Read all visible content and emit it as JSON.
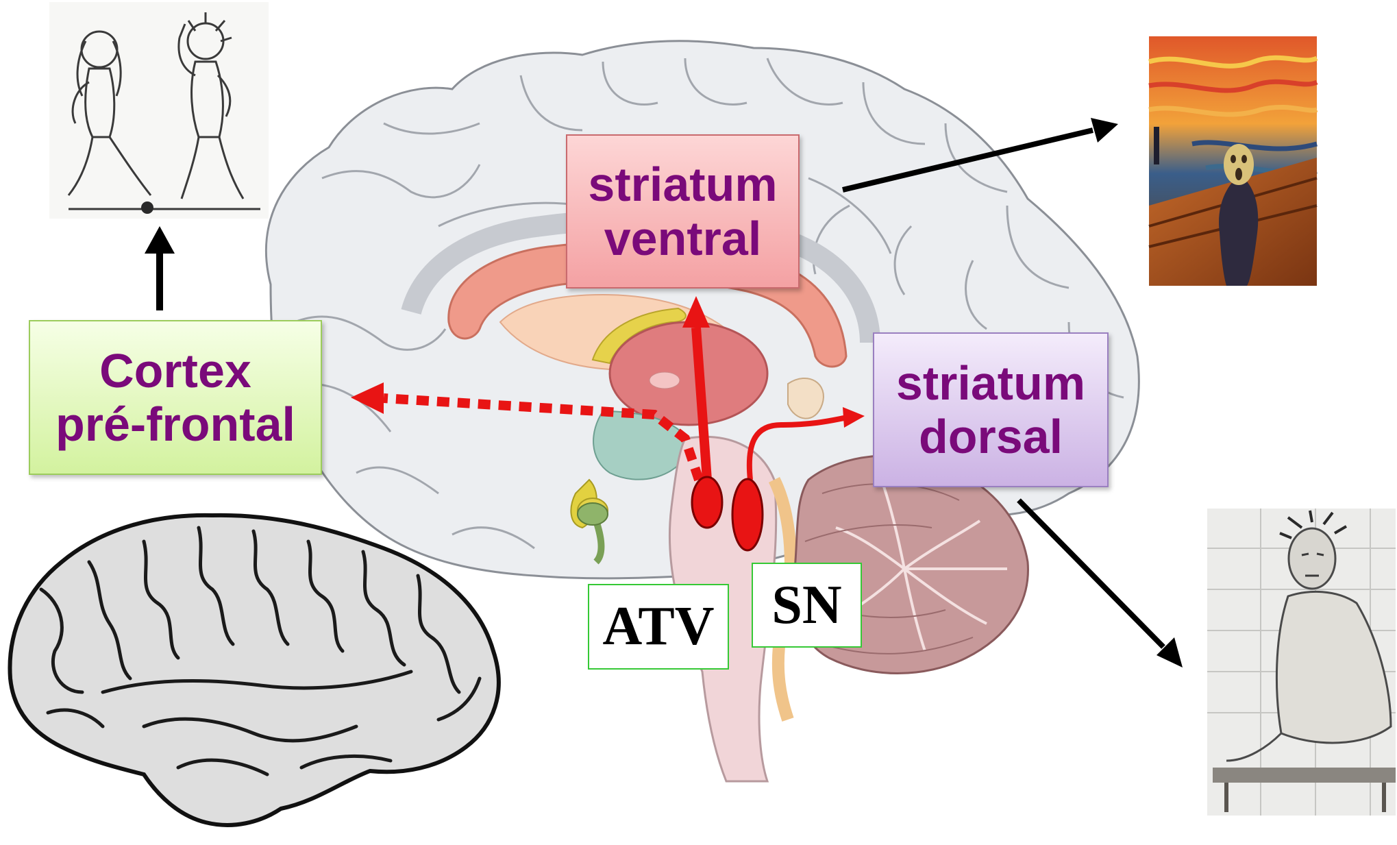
{
  "labels": {
    "striatum_ventral": [
      "striatum",
      "ventral"
    ],
    "striatum_dorsal": [
      "striatum",
      "dorsal"
    ],
    "cortex_prefrontal": [
      "Cortex",
      "pré-frontal"
    ],
    "atv": "ATV",
    "sn": "SN"
  },
  "colors": {
    "label_text": "#7a0a7a",
    "dopamine_pathway": "#e81414",
    "arrow": "#000000",
    "small_box_border": "#35c935"
  },
  "illustrations": [
    "medial-brain-section",
    "lateral-brain-sketch",
    "pinel-lunatics-sketch",
    "the-scream-painting",
    "melancholic-patient-sketch"
  ]
}
